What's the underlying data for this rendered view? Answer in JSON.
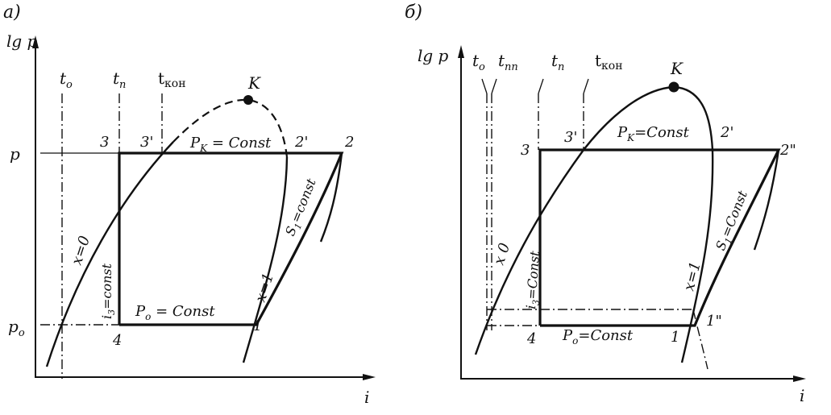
{
  "colors": {
    "ink": "#111111",
    "background": "#ffffff"
  },
  "panel_a": {
    "tag": "а)",
    "y_axis_label": "lg p",
    "x_axis_label": "i",
    "p_label": "p",
    "p0_label": "p",
    "p0_sub": "o",
    "t0_label": "t",
    "t0_sub": "o",
    "tn_label": "t",
    "tn_sub": "n",
    "tkon_label": "t",
    "tkon_sub": "кон",
    "k_label": "K",
    "pt_3": "3",
    "pt_3p": "3'",
    "pt_2p": "2'",
    "pt_2": "2",
    "pt_4": "4",
    "pt_1": "1",
    "pk_const": "P",
    "pk_sub": "K",
    "pk_rest": " = Const",
    "p0_const": "P",
    "p0_const_sub": "o",
    "p0_const_rest": " = Const",
    "x0": "x=0",
    "x1": "x=1",
    "i3_const_main": "i",
    "i3_const_sub": "3",
    "i3_const_rest": "=const",
    "s1_const_main": "S",
    "s1_const_sub": "1",
    "s1_const_rest": "=const"
  },
  "panel_b": {
    "tag": "б)",
    "y_axis_label": "lg p",
    "x_axis_label": "i",
    "t0_label": "t",
    "t0_sub": "o",
    "tpp_label": "t",
    "tpp_sub": "пп",
    "tn_label": "t",
    "tn_sub": "п",
    "tkon_label": "t",
    "tkon_sub": "кон",
    "k_label": "K",
    "pt_3": "3",
    "pt_3p": "3'",
    "pt_2p": "2'",
    "pt_2pp": "2\"",
    "pt_4": "4",
    "pt_1": "1",
    "pt_1pp": "1\"",
    "pk_const": "P",
    "pk_sub": "K",
    "pk_rest": "=Const",
    "p0_const": "P",
    "p0_const_sub": "o",
    "p0_const_rest": "=Const",
    "x0": "x 0",
    "x1": "x=1",
    "i3_const_main": "i",
    "i3_const_sub": "3",
    "i3_const_rest": "=Const",
    "s1_const_main": "S",
    "s1_const_sub": "1",
    "s1_const_rest": "=Const"
  }
}
